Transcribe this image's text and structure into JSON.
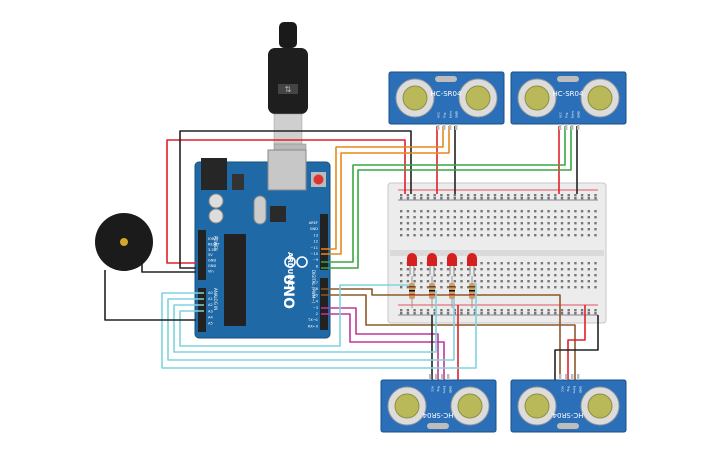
{
  "sensors": [
    {
      "label": "HC-SR04"
    },
    {
      "label": "HC-SR04"
    },
    {
      "label": "HC-SR04"
    },
    {
      "label": "HC-SR04"
    }
  ],
  "sensor_pins": [
    "VCC",
    "Trig",
    "Echo",
    "GND"
  ],
  "arduino": {
    "model": "UNO",
    "brand": "ARDUINO",
    "power_pins": [
      "IOREF",
      "RESET",
      "3.3V",
      "5V",
      "GND",
      "GND",
      "Vin"
    ],
    "power_header": "POWER",
    "analog_header": "ANALOG IN",
    "analog_pins": [
      "A0",
      "A1",
      "A2",
      "A3",
      "A4",
      "A5"
    ],
    "digital_pins_top": [
      "AREF",
      "GND",
      "13",
      "12",
      "~11",
      "~10",
      "~9",
      "8"
    ],
    "digital_pins_bottom": [
      "7",
      "~6",
      "~5",
      "4",
      "~3",
      "2",
      "TX→1",
      "RX←0"
    ],
    "digital_header": "DIGITAL (PWM~)"
  },
  "colors": {
    "wire_red": "#e0202a",
    "wire_black": "#222222",
    "wire_orange": "#e8881c",
    "wire_green": "#3aa640",
    "wire_brown": "#8a5a2b",
    "wire_cyan": "#7fd3e0",
    "wire_magenta": "#c0369a",
    "board_blue": "#1f6aa6",
    "sensor_blue": "#2a6fb8",
    "led_red": "#d62020"
  },
  "components": {
    "buzzer": "buzzer",
    "usb": "usb-cable",
    "leds": 4,
    "resistors": 4
  }
}
